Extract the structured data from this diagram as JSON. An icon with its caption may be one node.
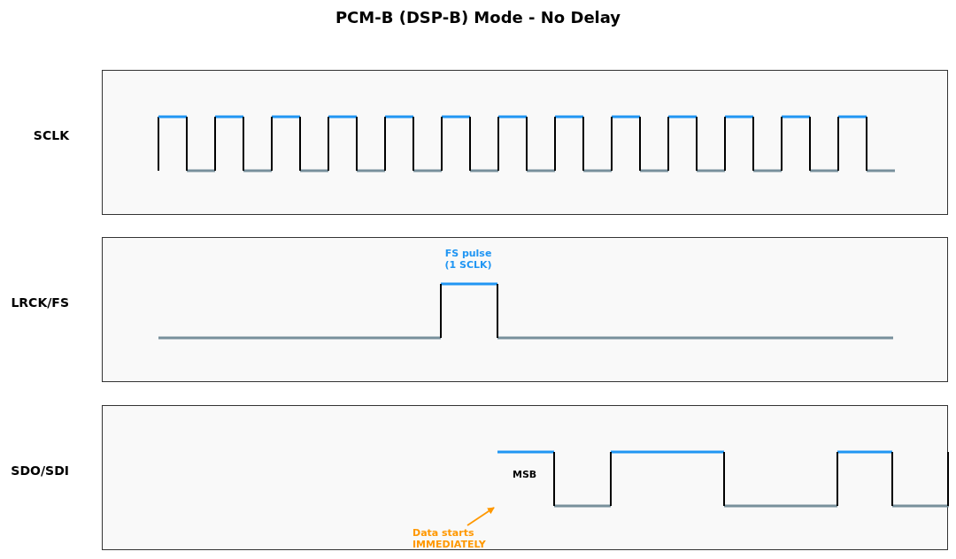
{
  "diagram": {
    "title": "PCM-B (DSP-B) Mode - No Delay",
    "nodes": [
      {
        "text": [
          "Data starts IMMEDIATELY"
        ]
      },
      {
        "text": [],
        "shape": "line"
      }
    ],
    "edges": [
      {
        "from": 0,
        "to": 1,
        "arrow": "to"
      }
    ],
    "labels": [
      "SCLK",
      "LRCK/FS",
      "SDO/SDI",
      "FS pulse (1 SCLK)",
      "MSB"
    ]
  }
}
